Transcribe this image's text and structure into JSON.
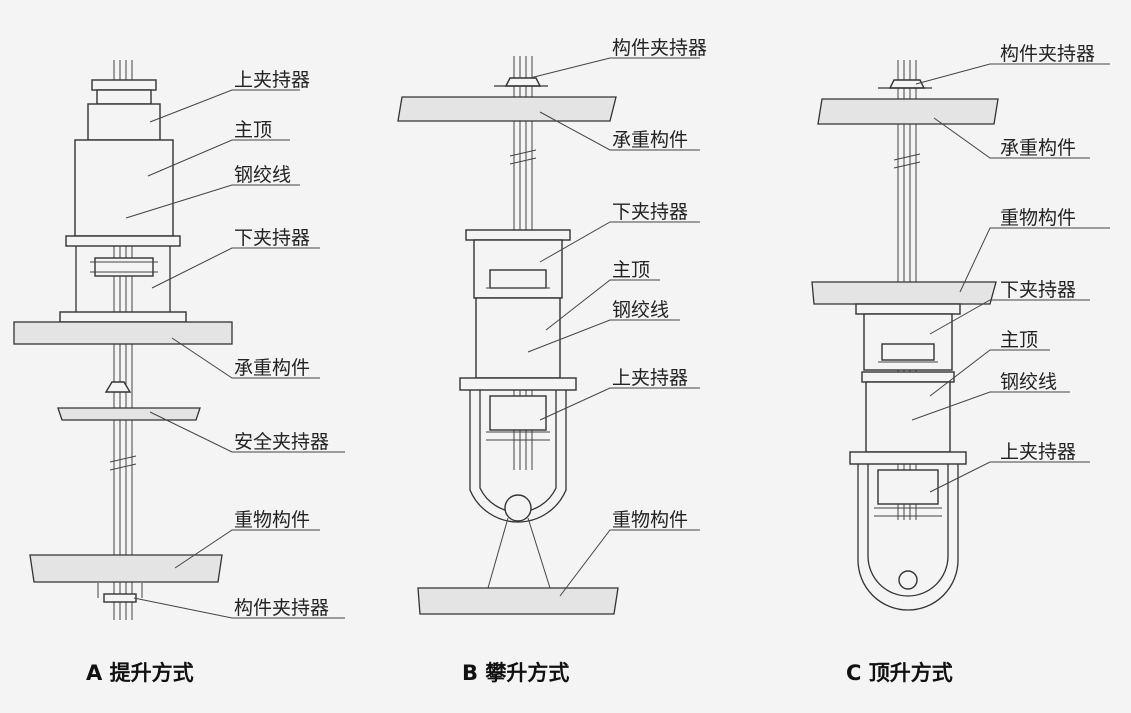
{
  "colors": {
    "background": "#f4f4f4",
    "line": "#333333",
    "slab": "#e4e4e4",
    "text": "#222222"
  },
  "panel_a": {
    "caption": "A 提升方式",
    "labels": {
      "upper_clamp": "上夹持器",
      "main_jack": "主顶",
      "strand": "钢绞线",
      "lower_clamp": "下夹持器",
      "bearing_member": "承重构件",
      "safety_clamp": "安全夹持器",
      "heavy_member": "重物构件",
      "member_clamp": "构件夹持器"
    }
  },
  "panel_b": {
    "caption": "B 攀升方式",
    "labels": {
      "member_clamp": "构件夹持器",
      "bearing_member": "承重构件",
      "lower_clamp": "下夹持器",
      "main_jack": "主顶",
      "strand": "钢绞线",
      "upper_clamp": "上夹持器",
      "heavy_member": "重物构件"
    }
  },
  "panel_c": {
    "caption": "C 顶升方式",
    "labels": {
      "member_clamp": "构件夹持器",
      "bearing_member": "承重构件",
      "heavy_member": "重物构件",
      "lower_clamp": "下夹持器",
      "main_jack": "主顶",
      "strand": "钢绞线",
      "upper_clamp": "上夹持器"
    }
  }
}
